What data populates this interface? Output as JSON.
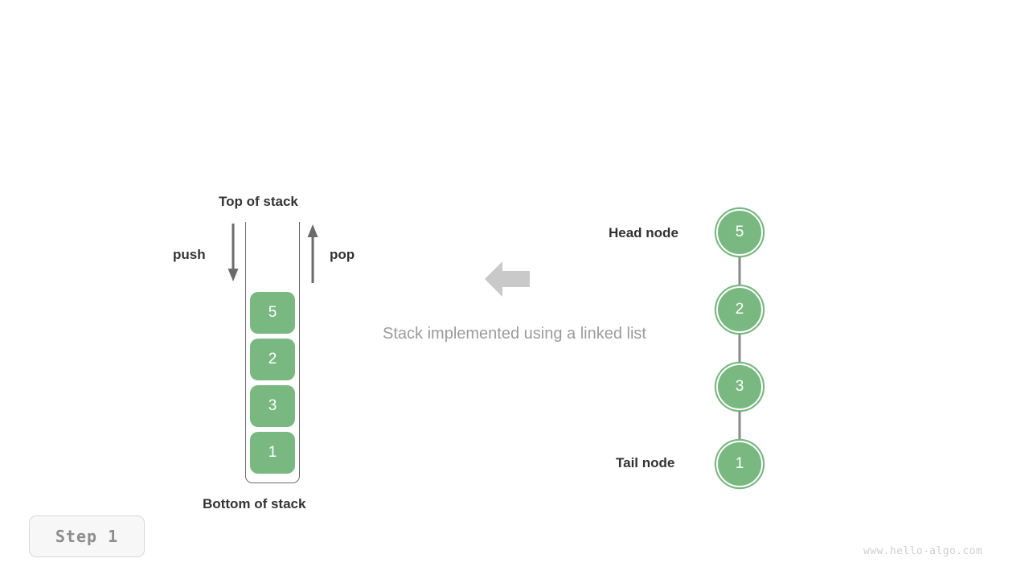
{
  "diagram": {
    "caption": "Stack implemented using a linked list",
    "stack": {
      "top_label": "Top of stack",
      "bottom_label": "Bottom of stack",
      "push_label": "push",
      "pop_label": "pop",
      "items": [
        {
          "value": "5"
        },
        {
          "value": "2"
        },
        {
          "value": "3"
        },
        {
          "value": "1"
        }
      ]
    },
    "linked_list": {
      "head_label": "Head node",
      "tail_label": "Tail node",
      "nodes": [
        {
          "value": "5"
        },
        {
          "value": "2"
        },
        {
          "value": "3"
        },
        {
          "value": "1"
        }
      ]
    },
    "transform_arrow": "left-arrow-icon"
  },
  "step_badge": {
    "text": "Step 1"
  },
  "watermark": {
    "text": "www.hello-algo.com"
  },
  "colors": {
    "node_green": "#7ab881",
    "arrow_gray": "#6b6b6b",
    "transform_arrow_gray": "#c9c9c9",
    "caption_gray": "#9b9b9b",
    "text_dark": "#333333"
  }
}
